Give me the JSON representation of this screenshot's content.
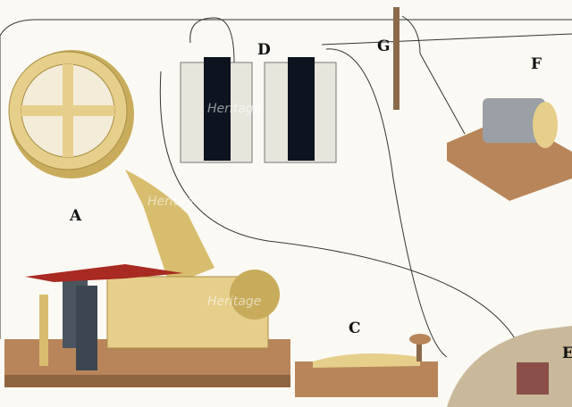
{
  "labels": {
    "A": "A",
    "C": "C",
    "D": "D",
    "E": "E",
    "F": "F",
    "G": "G"
  },
  "watermark": "Heritage",
  "colors": {
    "paper": "#fbf9f3",
    "brass": "#e6cf8a",
    "wood": "#b8855a",
    "battery_carbon": "#0d1420",
    "red_lever": "#a82a22",
    "coil": "#4a5560"
  }
}
